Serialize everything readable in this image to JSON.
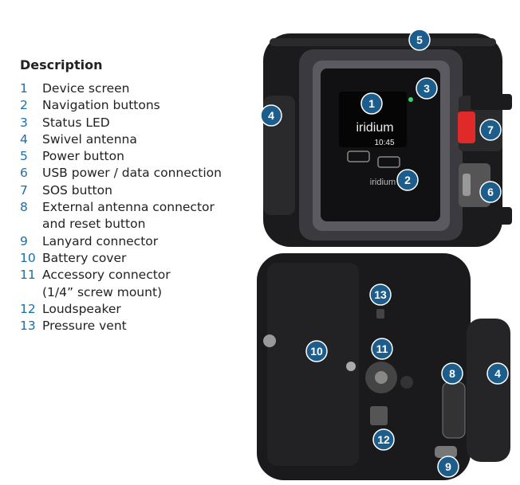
{
  "description": {
    "title": "Description",
    "items": [
      {
        "num": "1",
        "label": "Device screen"
      },
      {
        "num": "2",
        "label": "Navigation buttons"
      },
      {
        "num": "3",
        "label": "Status LED"
      },
      {
        "num": "4",
        "label": "Swivel antenna"
      },
      {
        "num": "5",
        "label": "Power button"
      },
      {
        "num": "6",
        "label": "USB power / data connection"
      },
      {
        "num": "7",
        "label": "SOS button"
      },
      {
        "num": "8",
        "label": "External antenna connector\nand reset button"
      },
      {
        "num": "9",
        "label": "Lanyard connector"
      },
      {
        "num": "10",
        "label": "Battery cover"
      },
      {
        "num": "11",
        "label": "Accessory connector\n(1/4” screw mount)"
      },
      {
        "num": "12",
        "label": "Loudspeaker"
      },
      {
        "num": "13",
        "label": "Pressure vent"
      }
    ]
  },
  "device": {
    "screen_logo": "iridium",
    "screen_time": "10:45",
    "bezel_logo": "iridium",
    "callouts": [
      "1",
      "2",
      "3",
      "4",
      "5",
      "6",
      "7",
      "8",
      "9",
      "10",
      "11",
      "12",
      "13",
      "4"
    ]
  },
  "colors": {
    "callout": "#1c5d8c",
    "number_text": "#1d6fa3",
    "sos": "#e02a2a",
    "led": "#3bd16f"
  }
}
